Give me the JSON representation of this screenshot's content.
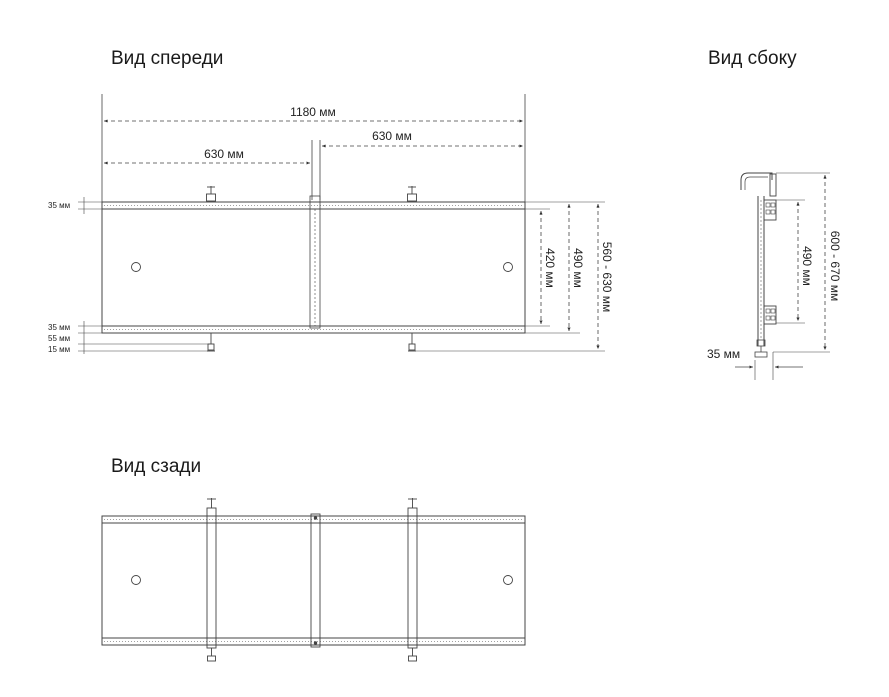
{
  "views": {
    "front": "Вид спереди",
    "side": "Вид сбоку",
    "back": "Вид сзади"
  },
  "dimensions": {
    "total_width": "1180 мм",
    "left_half": "630 мм",
    "right_half": "630 мм",
    "top_rail": "35 мм",
    "bottom_rail": "35 мм",
    "foot_a": "55 мм",
    "foot_b": "15 мм",
    "panel_420": "420 мм",
    "panel_490": "490 мм",
    "height_range": "560 - 630 мм",
    "side_490": "490 мм",
    "side_range": "600 - 670 мм",
    "side_35": "35 мм"
  }
}
